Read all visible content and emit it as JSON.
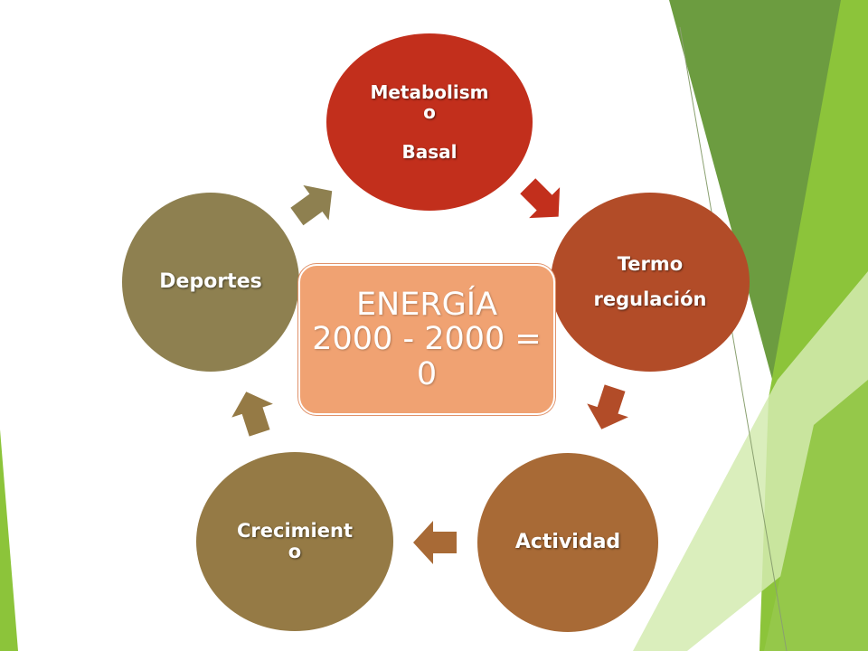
{
  "colors": {
    "metabolismo": "#c22f1c",
    "termo": "#b24c28",
    "actividad": "#a86a36",
    "crecimiento": "#957a45",
    "deportes": "#8e8050",
    "center": "#f0a272",
    "green_dark": "#6c9c40",
    "green_light": "#8cc43a",
    "green_pale": "#d4ebb0"
  },
  "nodes": {
    "metabolismo": {
      "line1": "Metabolism",
      "line2": "o",
      "line3": "Basal"
    },
    "termo": {
      "line1": "Termo",
      "line2": "regulación"
    },
    "actividad": {
      "label": "Actividad"
    },
    "crecimiento": {
      "line1": "Crecimient",
      "line2": "o"
    },
    "deportes": {
      "label": "Deportes"
    }
  },
  "center": {
    "line1": "ENERGÍA",
    "line2": "2000 - 2000 =",
    "line3": "0"
  },
  "icons": [
    "arrow-icon"
  ]
}
